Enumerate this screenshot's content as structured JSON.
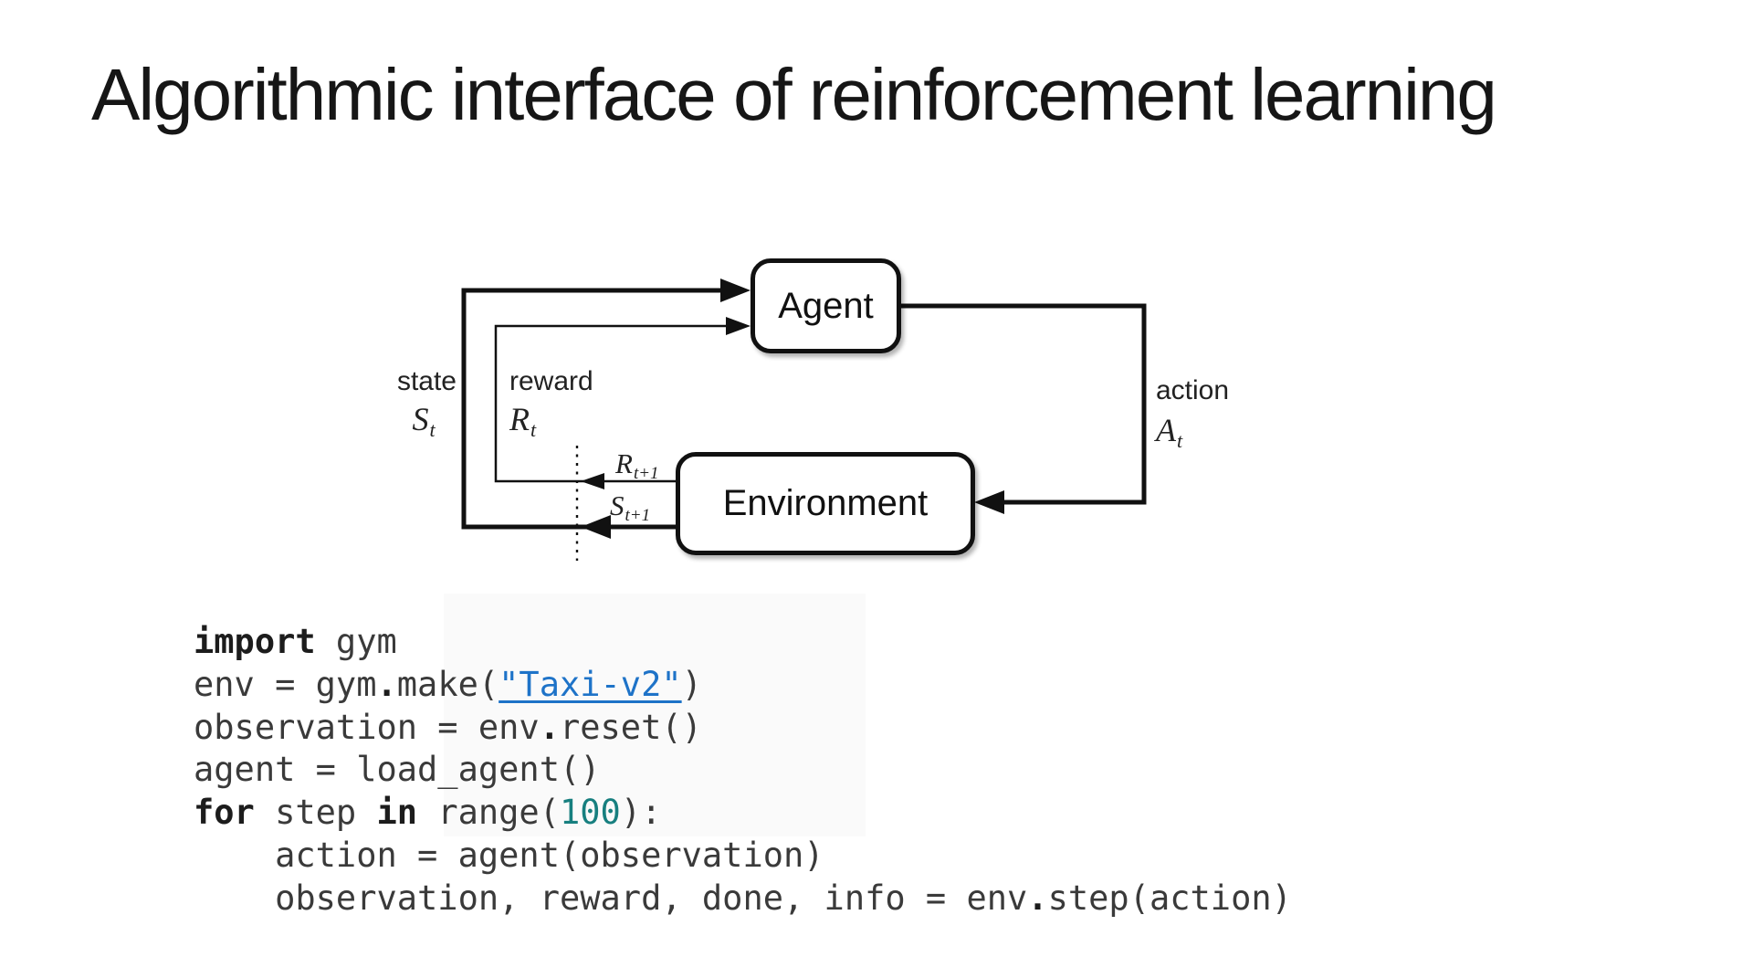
{
  "slide": {
    "title": "Algorithmic interface of reinforcement learning"
  },
  "diagram": {
    "agent_label": "Agent",
    "environment_label": "Environment",
    "state_label": "state",
    "reward_label": "reward",
    "action_label": "action",
    "state_sym": {
      "main": "S",
      "sub": "t"
    },
    "reward_sym": {
      "main": "R",
      "sub": "t"
    },
    "action_sym": {
      "main": "A",
      "sub": "t"
    },
    "reward_next_sym": {
      "main": "R",
      "sub": "t+1"
    },
    "state_next_sym": {
      "main": "S",
      "sub": "t+1"
    },
    "line_color": "#111111"
  },
  "code": {
    "link_color": "#1e73c8",
    "number_color": "#177f7f",
    "lines": [
      [
        {
          "t": "import",
          "c": "kw"
        },
        {
          "t": " gym",
          "c": "plain"
        }
      ],
      [
        {
          "t": "env = gym",
          "c": "plain"
        },
        {
          "t": ".",
          "c": "op"
        },
        {
          "t": "make(",
          "c": "plain"
        },
        {
          "t": "\"Taxi-v2\"",
          "c": "str",
          "name": "taxi-v2-link",
          "link": true
        },
        {
          "t": ")",
          "c": "plain"
        }
      ],
      [
        {
          "t": "observation = env",
          "c": "plain"
        },
        {
          "t": ".",
          "c": "op"
        },
        {
          "t": "reset()",
          "c": "plain"
        }
      ],
      [
        {
          "t": "agent = load_agent()",
          "c": "plain"
        }
      ],
      [
        {
          "t": "for",
          "c": "kw"
        },
        {
          "t": " step ",
          "c": "plain"
        },
        {
          "t": "in",
          "c": "kw"
        },
        {
          "t": " range(",
          "c": "plain"
        },
        {
          "t": "100",
          "c": "num"
        },
        {
          "t": "):",
          "c": "plain"
        }
      ],
      [
        {
          "t": "    action = agent(observation)",
          "c": "plain"
        }
      ],
      [
        {
          "t": "    observation, reward, done, info = env",
          "c": "plain"
        },
        {
          "t": ".",
          "c": "op"
        },
        {
          "t": "step(action)",
          "c": "plain"
        }
      ]
    ]
  }
}
